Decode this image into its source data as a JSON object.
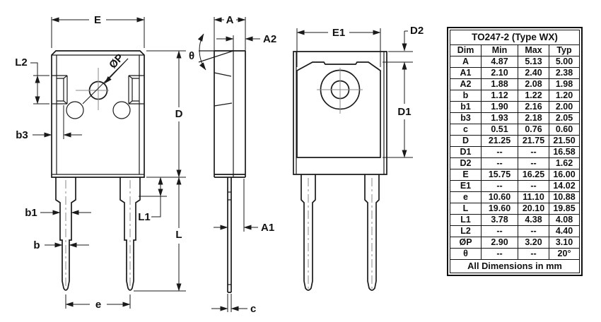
{
  "labels": {
    "E": "E",
    "L2": "L2",
    "b3": "b3",
    "b1": "b1",
    "b": "b",
    "e": "e",
    "D": "D",
    "L": "L",
    "L1": "L1",
    "phiP": "ØP",
    "A": "A",
    "A2": "A2",
    "A1": "A1",
    "theta": "θ",
    "c": "c",
    "E1": "E1",
    "D2": "D2",
    "D1": "D1"
  },
  "table": {
    "title": "TO247-2 (Type WX)",
    "columns": [
      "Dim",
      "Min",
      "Max",
      "Typ"
    ],
    "rows": [
      {
        "dim": "A",
        "min": "4.87",
        "max": "5.13",
        "typ": "5.00"
      },
      {
        "dim": "A1",
        "min": "2.10",
        "max": "2.40",
        "typ": "2.38"
      },
      {
        "dim": "A2",
        "min": "1.88",
        "max": "2.08",
        "typ": "1.98"
      },
      {
        "dim": "b",
        "min": "1.12",
        "max": "1.22",
        "typ": "1.20"
      },
      {
        "dim": "b1",
        "min": "1.90",
        "max": "2.16",
        "typ": "2.00"
      },
      {
        "dim": "b3",
        "min": "1.93",
        "max": "2.18",
        "typ": "2.05"
      },
      {
        "dim": "c",
        "min": "0.51",
        "max": "0.76",
        "typ": "0.60"
      },
      {
        "dim": "D",
        "min": "21.25",
        "max": "21.75",
        "typ": "21.50"
      },
      {
        "dim": "D1",
        "min": "--",
        "max": "--",
        "typ": "16.58"
      },
      {
        "dim": "D2",
        "min": "--",
        "max": "--",
        "typ": "1.62"
      },
      {
        "dim": "E",
        "min": "15.75",
        "max": "16.25",
        "typ": "16.00"
      },
      {
        "dim": "E1",
        "min": "--",
        "max": "--",
        "typ": "14.02"
      },
      {
        "dim": "e",
        "min": "10.60",
        "max": "11.10",
        "typ": "10.88"
      },
      {
        "dim": "L",
        "min": "19.60",
        "max": "20.10",
        "typ": "19.85"
      },
      {
        "dim": "L1",
        "min": "3.78",
        "max": "4.38",
        "typ": "4.08"
      },
      {
        "dim": "L2",
        "min": "--",
        "max": "--",
        "typ": "4.40"
      },
      {
        "dim": "ØP",
        "min": "2.90",
        "max": "3.20",
        "typ": "3.10"
      },
      {
        "dim": "θ",
        "min": "--",
        "max": "--",
        "typ": "20°"
      }
    ],
    "footer": "All Dimensions in mm"
  }
}
